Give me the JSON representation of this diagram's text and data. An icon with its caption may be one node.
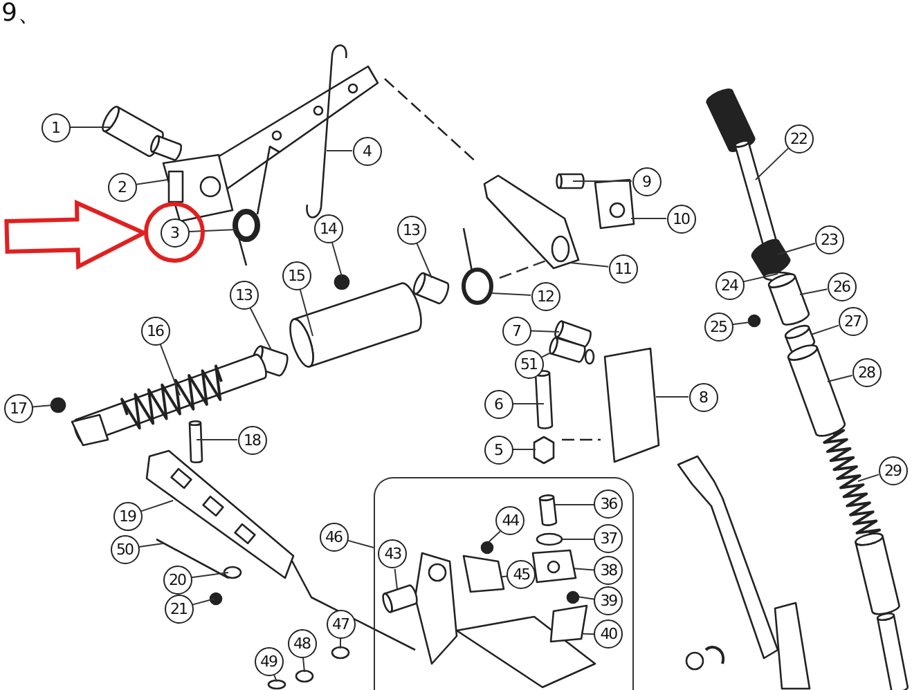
{
  "diagram": {
    "nodes": [
      {
        "text": [
          "1"
        ]
      },
      {
        "text": [
          "2"
        ]
      },
      {
        "text": [],
        "shape": "circle"
      },
      {
        "text": [
          "3"
        ],
        "in": 2
      },
      {
        "text": [
          "4"
        ]
      },
      {
        "text": [
          "9"
        ]
      },
      {
        "text": [
          "10"
        ]
      },
      {
        "text": [
          "22"
        ]
      },
      {
        "text": [
          "14"
        ]
      },
      {
        "text": [
          "13"
        ]
      },
      {
        "text": [
          "23"
        ]
      },
      {
        "text": [
          "11"
        ]
      },
      {
        "text": [
          "15"
        ]
      },
      {
        "text": [
          "13"
        ]
      },
      {
        "text": [
          "24"
        ]
      },
      {
        "text": [
          "26"
        ]
      },
      {
        "text": [
          "12"
        ]
      },
      {
        "text": [
          "25"
        ]
      },
      {
        "text": [
          "27"
        ]
      },
      {
        "text": [
          "7"
        ]
      },
      {
        "text": [
          "16"
        ]
      },
      {
        "text": [
          "51"
        ]
      },
      {
        "text": [
          "28"
        ]
      },
      {
        "text": [
          "8"
        ]
      },
      {
        "text": [
          "6"
        ]
      },
      {
        "text": [
          "17"
        ]
      },
      {
        "text": [
          "18"
        ]
      },
      {
        "text": [
          "5"
        ]
      },
      {
        "text": [
          "29"
        ]
      },
      {
        "text": [],
        "shape": "box"
      },
      {
        "text": [
          "36"
        ],
        "in": 29
      },
      {
        "text": [
          "19"
        ]
      },
      {
        "text": [
          "44"
        ],
        "in": 29
      },
      {
        "text": [
          "37"
        ],
        "in": 29
      },
      {
        "text": [
          "46"
        ]
      },
      {
        "text": [
          "43"
        ],
        "in": 29
      },
      {
        "text": [
          "50"
        ]
      },
      {
        "text": [
          "45"
        ],
        "in": 29
      },
      {
        "text": [
          "38"
        ],
        "in": 29
      },
      {
        "text": [
          "20"
        ]
      },
      {
        "text": [
          "39"
        ],
        "in": 29
      },
      {
        "text": [
          "21"
        ]
      },
      {
        "text": [
          "47"
        ]
      },
      {
        "text": [
          "40"
        ],
        "in": 29
      },
      {
        "text": [
          "48"
        ]
      },
      {
        "text": [
          "49"
        ]
      },
      {
        "text": [],
        "shape": "picture"
      },
      {
        "text": [],
        "shape": "box"
      },
      {
        "text": [],
        "shape": "picture"
      },
      {
        "text": [],
        "shape": "picture"
      },
      {
        "text": [],
        "shape": "picture"
      },
      {
        "text": [],
        "shape": "picture"
      },
      {
        "text": [],
        "shape": "picture"
      },
      {
        "text": [],
        "shape": "box"
      },
      {
        "text": [],
        "shape": "circle",
        "in": 29
      },
      {
        "text": [],
        "shape": "picture",
        "in": 29
      },
      {
        "text": [],
        "shape": "picture"
      },
      {
        "text": [],
        "shape": "picture"
      },
      {
        "text": [],
        "shape": "picture"
      },
      {
        "text": [],
        "shape": "picture"
      },
      {
        "text": [],
        "shape": "picture"
      },
      {
        "text": [],
        "shape": "picture"
      },
      {
        "text": [],
        "shape": "circle"
      },
      {
        "text": [],
        "shape": "picture"
      },
      {
        "text": [],
        "shape": "picture"
      },
      {
        "text": [],
        "shape": "circle"
      },
      {
        "text": [],
        "shape": "picture"
      },
      {
        "text": [],
        "shape": "picture"
      },
      {
        "text": [],
        "shape": "circle"
      },
      {
        "text": [],
        "shape": "picture"
      },
      {
        "text": [],
        "shape": "picture"
      },
      {
        "text": [],
        "shape": "box"
      },
      {
        "text": [],
        "shape": "box"
      },
      {
        "text": [],
        "shape": "circle"
      },
      {
        "text": [],
        "shape": "box"
      },
      {
        "text": [],
        "shape": "picture"
      },
      {
        "text": [],
        "shape": "box",
        "in": 29
      },
      {
        "text": [],
        "shape": "picture"
      },
      {
        "text": [],
        "shape": "circle",
        "in": 29
      },
      {
        "text": [],
        "shape": "picture"
      },
      {
        "text": [],
        "shape": "box",
        "in": 29
      },
      {
        "text": [],
        "shape": "picture",
        "in": 29
      },
      {
        "text": [],
        "shape": "circle"
      },
      {
        "text": [],
        "shape": "circle",
        "in": 29
      },
      {
        "text": [],
        "shape": "circle"
      },
      {
        "text": [],
        "shape": "circle"
      },
      {
        "text": [],
        "shape": "box",
        "in": 29
      },
      {
        "text": [],
        "shape": "circle"
      },
      {
        "text": [],
        "shape": "circle"
      }
    ],
    "edges": [
      {
        "from": 0,
        "to": 56,
        "arrow": "none"
      },
      {
        "from": 1,
        "to": 46,
        "arrow": "none"
      },
      {
        "from": 3,
        "to": 57,
        "arrow": "none"
      },
      {
        "from": 4,
        "to": 58,
        "arrow": "none"
      },
      {
        "from": 5,
        "to": 47,
        "arrow": "none"
      },
      {
        "from": 6,
        "to": 59,
        "arrow": "none"
      },
      {
        "from": 7,
        "to": 60,
        "arrow": "none"
      },
      {
        "from": 8,
        "to": 62,
        "arrow": "none"
      },
      {
        "from": 9,
        "to": 48,
        "arrow": "none"
      },
      {
        "from": 10,
        "to": 61,
        "arrow": "none"
      },
      {
        "from": 11,
        "to": 63,
        "arrow": "none"
      },
      {
        "from": 12,
        "to": 64,
        "arrow": "none"
      },
      {
        "from": 13,
        "to": 49,
        "arrow": "none"
      },
      {
        "from": 14,
        "to": 65,
        "arrow": "none"
      },
      {
        "from": 15,
        "to": 66,
        "arrow": "none"
      },
      {
        "from": 16,
        "to": 67,
        "arrow": "none"
      },
      {
        "from": 17,
        "to": 68,
        "arrow": "none"
      },
      {
        "from": 18,
        "to": 50,
        "arrow": "none"
      },
      {
        "from": 19,
        "to": 51,
        "arrow": "none"
      },
      {
        "from": 20,
        "to": 69,
        "arrow": "none"
      },
      {
        "from": 21,
        "to": 52,
        "arrow": "none"
      },
      {
        "from": 22,
        "to": 70,
        "arrow": "none"
      },
      {
        "from": 23,
        "to": 71,
        "arrow": "none"
      },
      {
        "from": 24,
        "to": 72,
        "arrow": "none"
      },
      {
        "from": 25,
        "to": 73,
        "arrow": "none"
      },
      {
        "from": 26,
        "to": 74,
        "arrow": "none"
      },
      {
        "from": 27,
        "to": 53,
        "arrow": "none"
      },
      {
        "from": 28,
        "to": 75,
        "arrow": "none"
      },
      {
        "from": 30,
        "to": 76,
        "arrow": "none"
      },
      {
        "from": 31,
        "to": 77,
        "arrow": "none"
      },
      {
        "from": 32,
        "to": 78,
        "arrow": "none"
      },
      {
        "from": 33,
        "to": 54,
        "arrow": "none"
      },
      {
        "from": 34,
        "to": 29,
        "arrow": "none"
      },
      {
        "from": 35,
        "to": 55,
        "arrow": "none"
      },
      {
        "from": 36,
        "to": 79,
        "arrow": "none"
      },
      {
        "from": 37,
        "to": 80,
        "arrow": "none"
      },
      {
        "from": 38,
        "to": 81,
        "arrow": "none"
      },
      {
        "from": 39,
        "to": 82,
        "arrow": "none"
      },
      {
        "from": 40,
        "to": 83,
        "arrow": "none"
      },
      {
        "from": 41,
        "to": 84,
        "arrow": "none"
      },
      {
        "from": 42,
        "to": 85,
        "arrow": "none"
      },
      {
        "from": 43,
        "to": 86,
        "arrow": "none"
      },
      {
        "from": 44,
        "to": 87,
        "arrow": "none"
      },
      {
        "from": 45,
        "to": 88,
        "arrow": "none"
      },
      {
        "from": null,
        "to": 2,
        "arrow": "to",
        "style": "thick",
        "color": "#e02020"
      },
      {
        "from": 67,
        "to": 63,
        "arrow": "none",
        "style": "dashed"
      }
    ],
    "labels": [
      "9、"
    ]
  }
}
